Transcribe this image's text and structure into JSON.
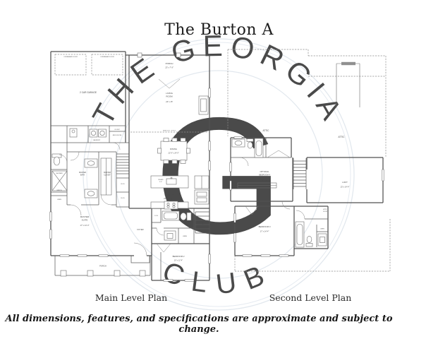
{
  "title": "The Burton A",
  "watermark": {
    "arc_text": "THE GEORGIA",
    "bottom_text": "CLUB",
    "monogram": "G",
    "color": "#e4e9f0"
  },
  "footer": {
    "disclaimer": "All dimensions, features, and specifications are approximate and subject to change."
  },
  "main": {
    "caption": "Main Level Plan",
    "garage": "2 CAR GARAGE",
    "overhead_door": "OVERHEAD DOOR",
    "porch_top": "PORCH",
    "porch_top_dims": "23' x 7' 6\"",
    "living_l1": "LIVING",
    "living_l2": "ROOM",
    "living_dims": "23' x 15'",
    "beam_note": "ROW 11' 6\" - 8\" FLT",
    "dining": "DINING",
    "dining_dims": "22' 8\" x 14' 5\"",
    "island": "ISLAND",
    "island_dims": "9'-0\"",
    "kitchen": "KITCHEN",
    "kitchen_dims": "22' 8\" x 12' 1\"",
    "laundry": "LAUNDRY",
    "mud_room": "MUD ROOM",
    "closet": "CLOSET",
    "clos": "CLOS.",
    "pantry": "PANTRY",
    "shower": "SHOWER",
    "bench": "BENCH",
    "linen": "LINEN",
    "master_bath_l1": "MASTER",
    "master_bath_l2": "BATH",
    "master_closet_l1": "MASTER",
    "master_closet_l2": "CLOSET",
    "master_suite_l1": "MASTER",
    "master_suite_l2": "SUITE",
    "master_suite_dims": "17' x 14' 4\"",
    "foyer": "FOYER",
    "porch_bottom": "PORCH",
    "bedroom2": "BEDROOM 2",
    "bedroom2_dims": "15' x 12' 4\""
  },
  "second": {
    "caption": "Second Level Plan",
    "attic": "ATTIC",
    "optional_l1": "OPTIONAL",
    "optional_l2": "BEDROOM 4",
    "optional_dims": "19' 6\" x 14' 4\"",
    "loft": "LOFT",
    "loft_dims": "23' x 14' 4\"",
    "bedroom3": "BEDROOM 3",
    "bedroom3_dims": "17' x 14' 4\"",
    "linen": "LINEN",
    "attic_door_l1": "ATTIC",
    "attic_door_l2": "DOOR"
  }
}
